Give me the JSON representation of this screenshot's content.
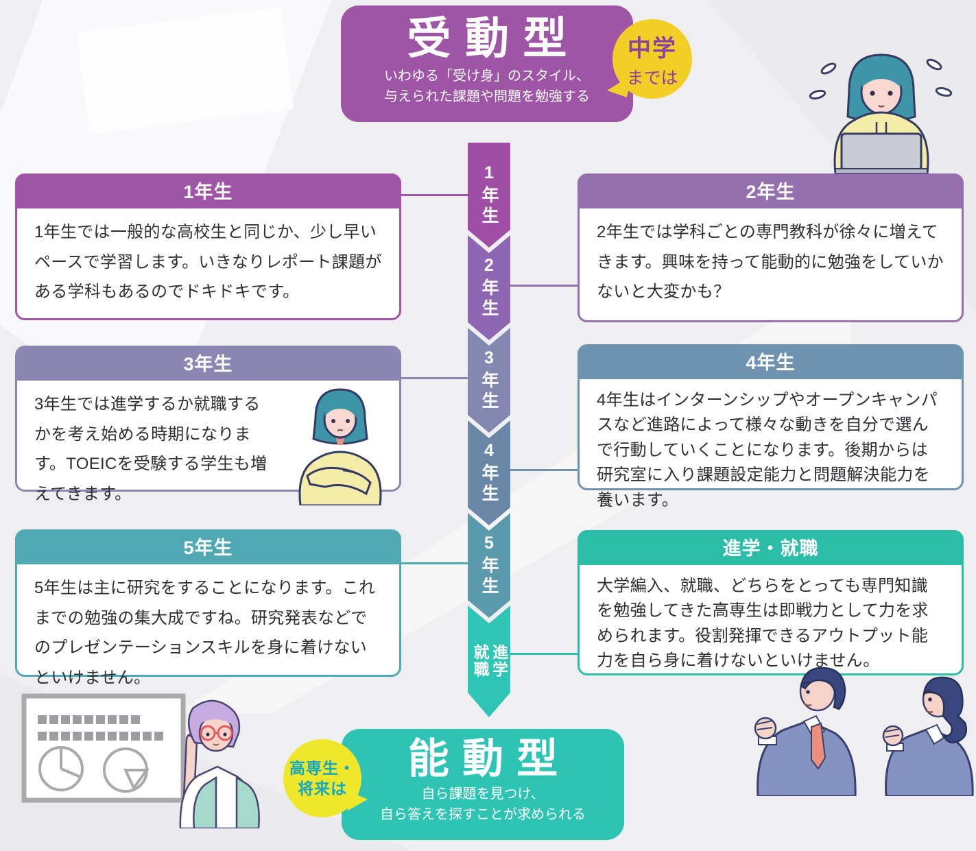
{
  "page": {
    "background": "#EFEFF1"
  },
  "passive_section": {
    "title": "受動型",
    "subtitle_line1": "いわゆる「受け身」のスタイル、",
    "subtitle_line2": "与えられた課題や問題を勉強する",
    "bg": "#9F55A6",
    "badge": {
      "line1": "中学",
      "line2": "までは",
      "bg": "#F3CE27",
      "text_color": "#8A42A0"
    }
  },
  "active_section": {
    "title": "能動型",
    "subtitle_line1": "自ら課題を見つけ、",
    "subtitle_line2": "自ら答えを探すことが求められる",
    "bg": "#2EC4B4",
    "badge": {
      "line1": "高専生・",
      "line2": "将来は",
      "bg": "#EFE72B",
      "text_color": "#16A8BF"
    }
  },
  "timeline": {
    "segments": [
      {
        "label": "1年生",
        "color": "#A04FA6"
      },
      {
        "label": "2年生",
        "color": "#8E65B0"
      },
      {
        "label": "3年生",
        "color": "#8487B0"
      },
      {
        "label": "4年生",
        "color": "#6B87A6"
      },
      {
        "label": "5年生",
        "color": "#5B99AC"
      },
      {
        "label": "進学\n就職",
        "color": "#2EC5B5"
      }
    ]
  },
  "cards": [
    {
      "header": "1年生",
      "color": "#9F55A6",
      "body": "1年生では一般的な高校生と同じか、少し早いペースで学習します。いきなりレポート課題がある学科もあるのでドキドキです。"
    },
    {
      "header": "2年生",
      "color": "#9471AE",
      "body": "2年生では学科ごとの専門教科が徐々に増えてきます。興味を持って能動的に勉強をしていかないと大変かも？"
    },
    {
      "header": "3年生",
      "color": "#8C87B2",
      "body": "3年生では進学するか就職するかを考え始める時期になります。TOEICを受験する学生も増えてきます。"
    },
    {
      "header": "4年生",
      "color": "#6F93AF",
      "body": "4年生はインターンシップやオープンキャンパスなど進路によって様々な動きを自分で選んで行動していくことになります。後期からは研究室に入り課題設定能力と問題解決能力を養います。"
    },
    {
      "header": "5年生",
      "color": "#4FA8B2",
      "body": "5年生は主に研究をすることになります。これまでの勉強の集大成ですね。研究発表などでのプレゼンテーションスキルを身に着けないといけません。"
    },
    {
      "header": "進学・就職",
      "color": "#2CBDA9",
      "body": "大学編入、就職、どちらをとっても専門知識を勉強してきた高専生は即戦力として力を求められます。役割発揮できるアウトプット能力を自ら身に着けないといけません。"
    }
  ],
  "illustrations": {
    "laptop_girl": "girl-studying-at-laptop-illustration",
    "thinking_girl": "girl-arms-crossed-illustration",
    "presenter": "student-presenting-chart-illustration",
    "business_pair": "two-young-professionals-illustration"
  }
}
